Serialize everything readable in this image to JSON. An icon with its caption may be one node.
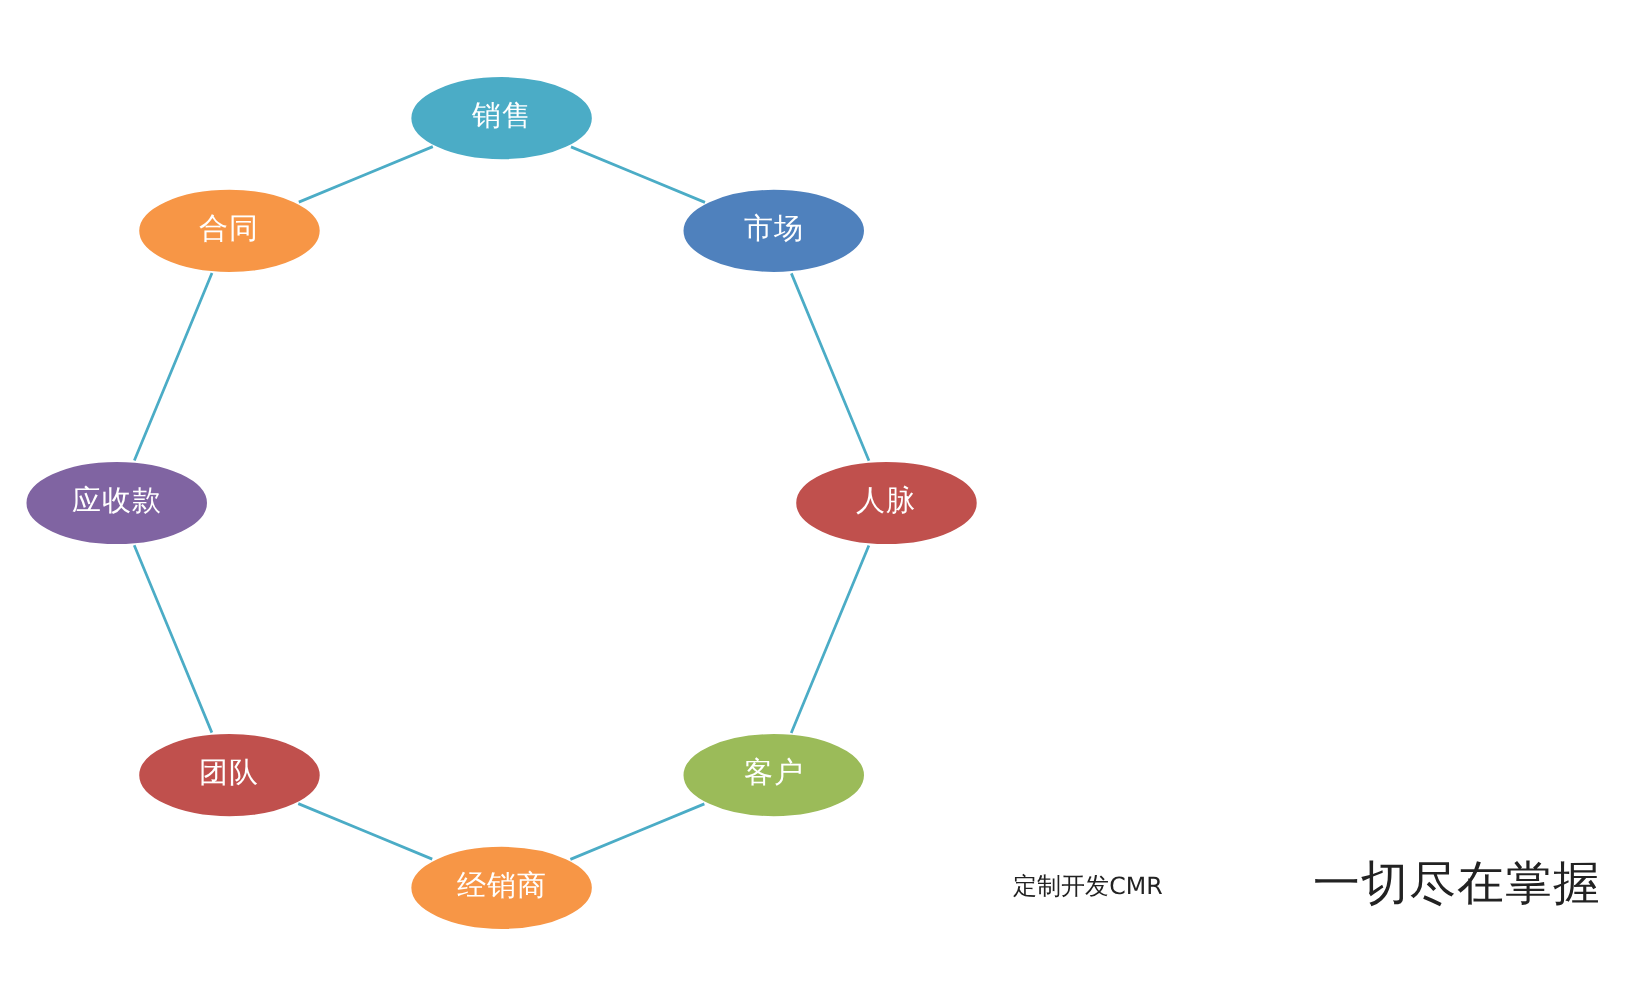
{
  "diagram": {
    "nodes": [
      {
        "text": [
          "客户"
        ]
      },
      {
        "text": [
          "经销商"
        ]
      },
      {
        "text": [
          "团队"
        ]
      },
      {
        "text": [
          "应收款"
        ]
      },
      {
        "text": [
          "合同"
        ]
      },
      {
        "text": [
          "销售"
        ]
      },
      {
        "text": [
          "市场"
        ]
      },
      {
        "text": [
          "人脉"
        ]
      }
    ],
    "edges": [
      {
        "from": 0,
        "to": 1,
        "arrow": "none"
      },
      {
        "from": 1,
        "to": 2,
        "arrow": "none"
      },
      {
        "from": 2,
        "to": 3,
        "arrow": "none"
      },
      {
        "from": 3,
        "to": 4,
        "arrow": "none"
      },
      {
        "from": 4,
        "to": 5,
        "arrow": "none"
      },
      {
        "from": 5,
        "to": 6,
        "arrow": "none"
      },
      {
        "from": 6,
        "to": 7,
        "arrow": "none"
      },
      {
        "from": 7,
        "to": 0,
        "arrow": "none"
      }
    ],
    "labels": [
      "定制开发CMR",
      "一切尽在掌握"
    ]
  }
}
